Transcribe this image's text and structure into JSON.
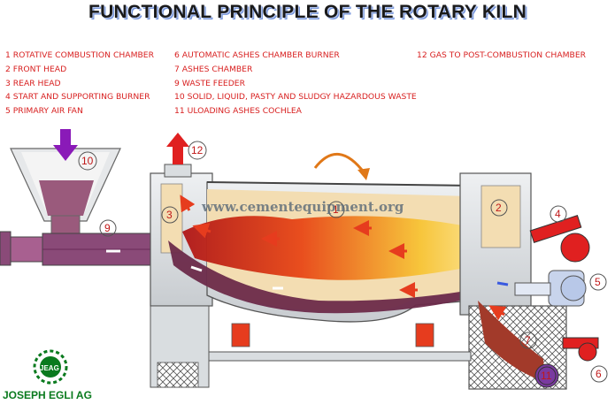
{
  "title": "FUNCTIONAL PRINCIPLE OF THE ROTARY KILN",
  "legend": {
    "col1": [
      "1  ROTATIVE COMBUSTION CHAMBER",
      "2  FRONT HEAD",
      "3  REAR HEAD",
      "4  START AND SUPPORTING BURNER",
      "5  PRIMARY AIR FAN"
    ],
    "col2": [
      "6  AUTOMATIC ASHES CHAMBER BURNER",
      "7  ASHES CHAMBER",
      "9  WASTE FEEDER",
      "10 SOLID, LIQUID, PASTY AND SLUDGY HAZARDOUS WASTE",
      "11 ULOADING ASHES COCHLEA"
    ],
    "col3": [
      "12 GAS TO POST-COMBUSTION CHAMBER"
    ]
  },
  "markers": [
    "1",
    "2",
    "3",
    "4",
    "5",
    "6",
    "7",
    "9",
    "10",
    "11",
    "12"
  ],
  "watermark": "www.cementequipment.org",
  "logo": {
    "text": "JOSEPH EGLI AG",
    "emblem_text": "JEAG"
  },
  "colors": {
    "title_shadow": "#6e8fd8",
    "legend_text": "#d82020",
    "steel": "#d9dde0",
    "refractory": "#f3ddb2",
    "waste": "#6b2a4a",
    "feeder": "#8a4a78",
    "flame": "#f7c436",
    "burner": "#e02020",
    "fan": "#b8c8e8",
    "logo": "#0a7a1e"
  }
}
